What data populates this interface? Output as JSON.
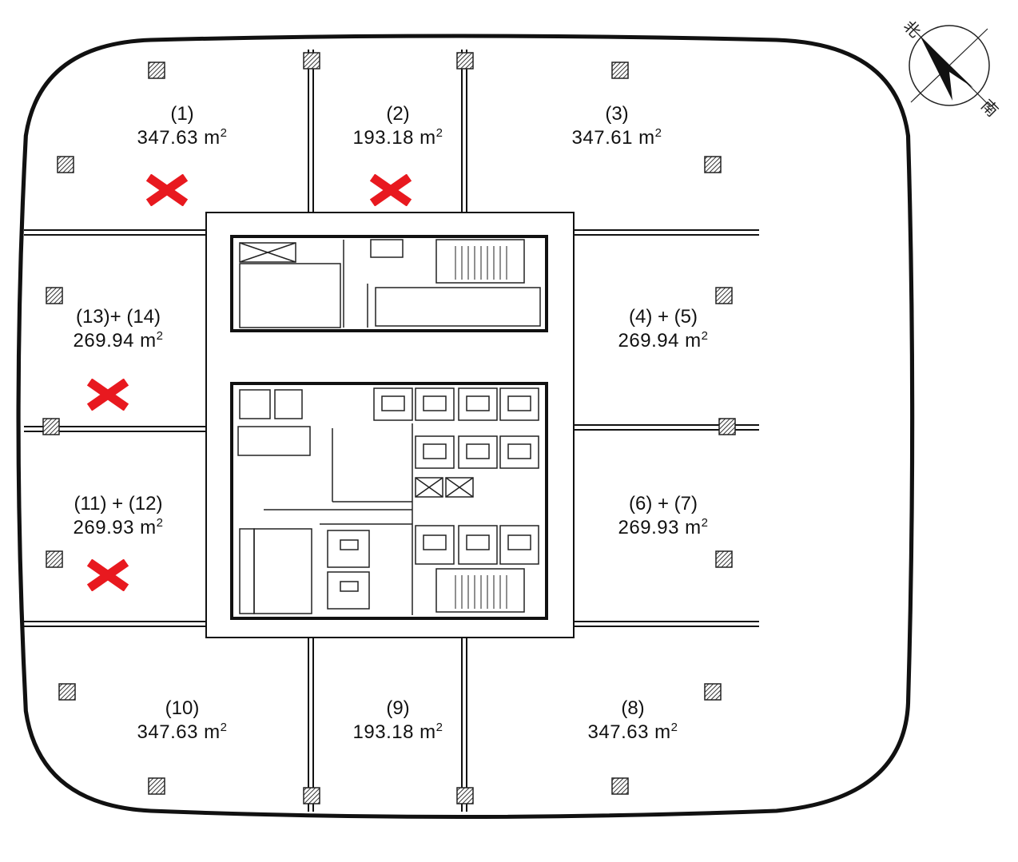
{
  "units": [
    {
      "id": "u1",
      "label": "(1)",
      "area": "347.63",
      "unit": "m",
      "power": "2",
      "leased": true
    },
    {
      "id": "u2",
      "label": "(2)",
      "area": "193.18",
      "unit": "m",
      "power": "2",
      "leased": true
    },
    {
      "id": "u3",
      "label": "(3)",
      "area": "347.61",
      "unit": "m",
      "power": "2",
      "leased": false
    },
    {
      "id": "u4",
      "label": "(4) + (5)",
      "area": "269.94",
      "unit": "m",
      "power": "2",
      "leased": false
    },
    {
      "id": "u6",
      "label": "(6) + (7)",
      "area": "269.93",
      "unit": "m",
      "power": "2",
      "leased": false
    },
    {
      "id": "u8",
      "label": "(8)",
      "area": "347.63",
      "unit": "m",
      "power": "2",
      "leased": false
    },
    {
      "id": "u9",
      "label": "(9)",
      "area": "193.18",
      "unit": "m",
      "power": "2",
      "leased": false
    },
    {
      "id": "u10",
      "label": "(10)",
      "area": "347.63",
      "unit": "m",
      "power": "2",
      "leased": false
    },
    {
      "id": "u11",
      "label": "(11) + (12)",
      "area": "269.93",
      "unit": "m",
      "power": "2",
      "leased": true
    },
    {
      "id": "u13",
      "label": "(13)+ (14)",
      "area": "269.94",
      "unit": "m",
      "power": "2",
      "leased": true
    }
  ],
  "compass": {
    "north": "北",
    "south": "南"
  },
  "colors": {
    "line": "#111111",
    "xmark": "#e8191f",
    "column": "#555555"
  }
}
